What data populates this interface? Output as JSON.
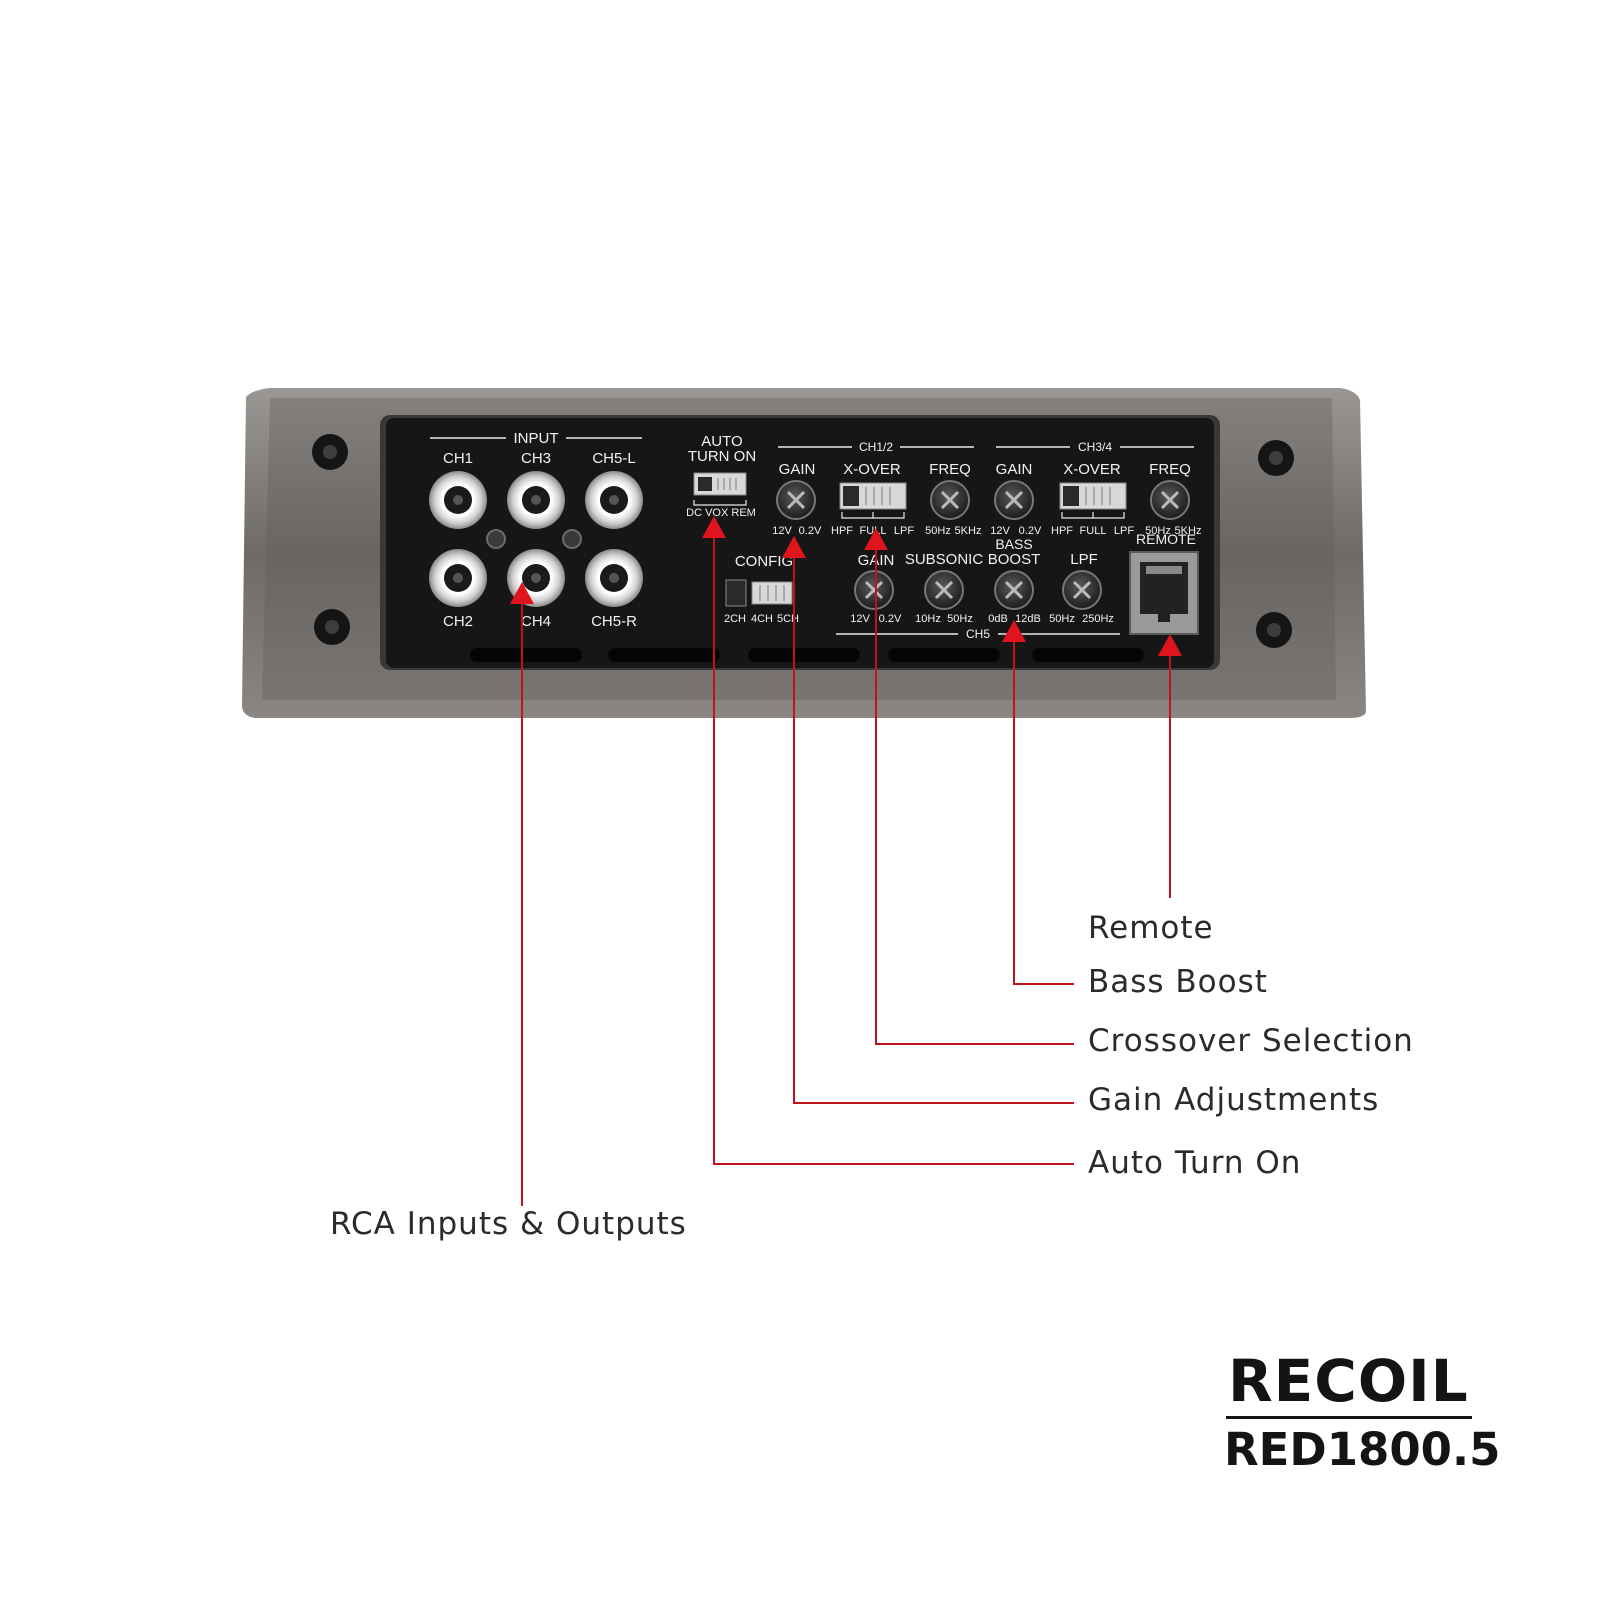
{
  "panel": {
    "input_group": "INPUT",
    "rca_labels_top": [
      "CH1",
      "CH3",
      "CH5-L"
    ],
    "rca_labels_bottom": [
      "CH2",
      "CH4",
      "CH5-R"
    ],
    "auto_turn_on": [
      "AUTO",
      "TURN ON"
    ],
    "auto_turn_on_options": "DC VOX REM",
    "config_label": "CONFIG",
    "config_options": [
      "2CH",
      "4CH",
      "5CH"
    ],
    "ch12_group": "CH1/2",
    "ch34_group": "CH3/4",
    "ch5_group": "CH5",
    "gain_label": "GAIN",
    "gain_range": [
      "12V",
      "0.2V"
    ],
    "xover_label": "X-OVER",
    "xover_options": [
      "HPF",
      "FULL",
      "LPF"
    ],
    "freq_label": "FREQ",
    "freq_range": [
      "50Hz",
      "5KHz"
    ],
    "subsonic_label": "SUBSONIC",
    "subsonic_range": [
      "10Hz",
      "50Hz"
    ],
    "bass_boost_label": [
      "BASS",
      "BOOST"
    ],
    "bass_boost_range": [
      "0dB",
      "12dB"
    ],
    "lpf_label": "LPF",
    "lpf_range": [
      "50Hz",
      "250Hz"
    ],
    "remote_label": "REMOTE"
  },
  "callouts": {
    "remote": "Remote",
    "bass_boost": "Bass Boost",
    "crossover": "Crossover Selection",
    "gain": "Gain Adjustments",
    "auto_turn_on": "Auto Turn On",
    "rca": "RCA Inputs & Outputs"
  },
  "brand": {
    "logo": "RECOIL",
    "model": "RED1800.5"
  },
  "colors": {
    "callout_line": "#c0141c",
    "panel": "#161616",
    "chassis": "#7d7a78"
  }
}
